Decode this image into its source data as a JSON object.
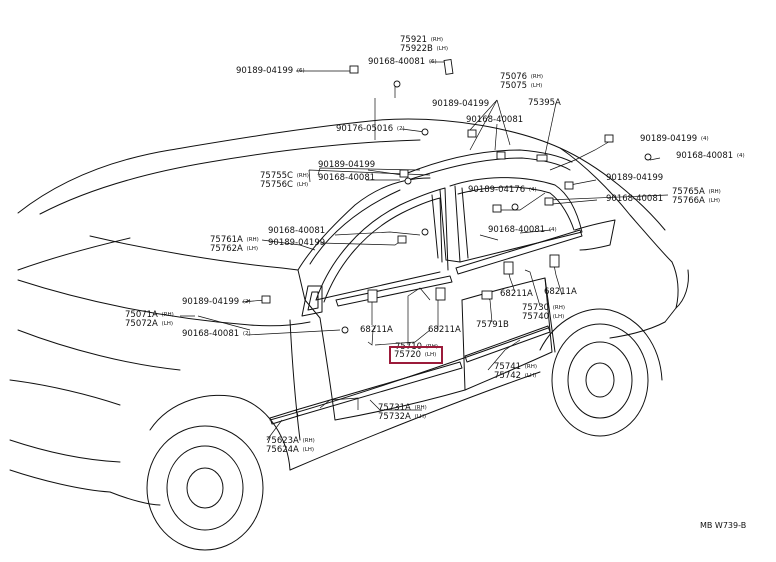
{
  "diagram": {
    "highlight_color": "#9b1b3a",
    "figure_code": "MB W739-B",
    "labels": {
      "p75921": "75921",
      "p75921_side": "(RH)",
      "p75922B": "75922B",
      "p75922B_side": "(LH)",
      "p90189_04199_top": "90189-04199",
      "p90189_04199_top_qty": "(6)",
      "p90168_40081_top": "90168-40081",
      "p90168_40081_top_qty": "(6)",
      "p75076": "75076",
      "p75076_side": "(RH)",
      "p75075": "75075",
      "p75075_side": "(LH)",
      "p90189_04199_mid": "90189-04199",
      "p75395A": "75395A",
      "p90168_40081_mid": "90168-40081",
      "p90176_05016": "90176-05016",
      "p90176_05016_qty": "(2)",
      "p90189_04199_r1": "90189-04199",
      "p90189_04199_r1_qty": "(4)",
      "p90168_40081_r1": "90168-40081",
      "p90168_40081_r1_qty": "(4)",
      "p90189_04199_a": "90189-04199",
      "p75755C": "75755C",
      "p75755C_side": "(RH)",
      "p90168_40081_a": "90168-40081",
      "p75756C": "75756C",
      "p75756C_side": "(LH)",
      "p90189_04199_r2": "90189-04199",
      "p90189_04176": "90189-04176",
      "p90189_04176_qty": "(4)",
      "p75765A": "75765A",
      "p75765A_side": "(RH)",
      "p90168_40081_r2": "90168-40081",
      "p75766A": "75766A",
      "p75766A_side": "(LH)",
      "p90168_40081_b": "90168-40081",
      "p90168_40081_c": "90168-40081",
      "p90168_40081_c_qty": "(4)",
      "p75761A": "75761A",
      "p75761A_side": "(RH)",
      "p90189_04199_b": "90189-04199",
      "p75762A": "75762A",
      "p75762A_side": "(LH)",
      "p68211A_1": "68211A",
      "p68211A_2": "68211A",
      "p90189_04199_left": "90189-04199",
      "p90189_04199_left_qty": "(2)",
      "p75071A": "75071A",
      "p75071A_side": "(RH)",
      "p75730": "75730",
      "p75730_side": "(RH)",
      "p75072A": "75072A",
      "p75072A_side": "(LH)",
      "p75740": "75740",
      "p75740_side": "(LH)",
      "p75791B": "75791B",
      "p90168_40081_left": "90168-40081",
      "p90168_40081_left_qty": "(2)",
      "p68211A_3": "68211A",
      "p68211A_4": "68211A",
      "p75710": "75710",
      "p75710_side": "(RH)",
      "p75720": "75720",
      "p75720_side": "(LH)",
      "p75741": "75741",
      "p75741_side": "(RH)",
      "p75742": "75742",
      "p75742_side": "(LH)",
      "p75731A": "75731A",
      "p75731A_side": "(RH)",
      "p75732A": "75732A",
      "p75732A_side": "(LH)",
      "p75623A": "75623A",
      "p75623A_side": "(RH)",
      "p75624A": "75624A",
      "p75624A_side": "(LH)"
    }
  }
}
